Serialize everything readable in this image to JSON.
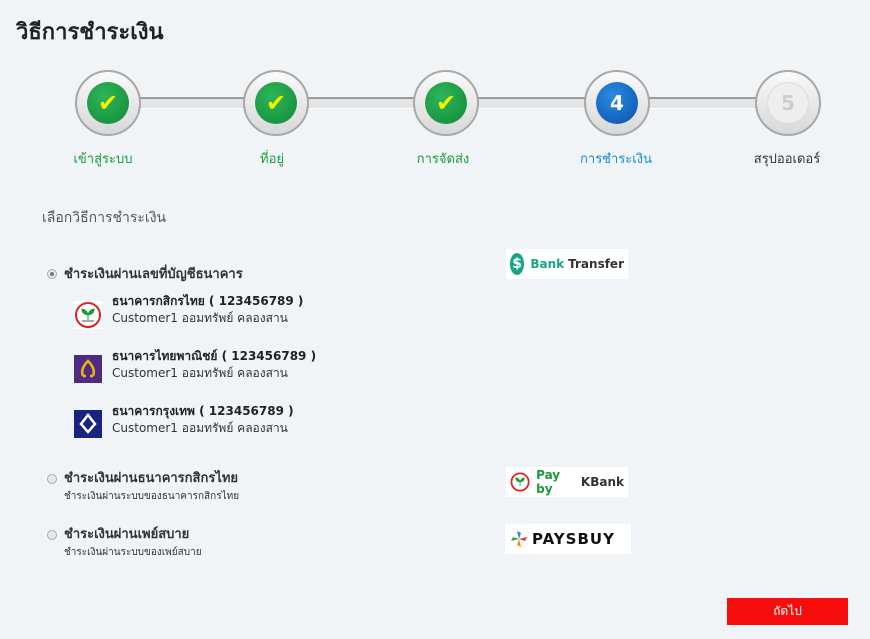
{
  "title": "วิธีการชำระเงิน",
  "steps": [
    {
      "label": "เข้าสู่ระบบ",
      "state": "done",
      "mark": "✔"
    },
    {
      "label": "ที่อยู่",
      "state": "done",
      "mark": "✔"
    },
    {
      "label": "การจัดส่ง",
      "state": "done",
      "mark": "✔"
    },
    {
      "label": "การชำระเงิน",
      "state": "current",
      "mark": "4"
    },
    {
      "label": "สรุปออเดอร์",
      "state": "todo",
      "mark": "5"
    }
  ],
  "section_label": "เลือกวิธีการชำระเงิน",
  "options": [
    {
      "label": "ชำระเงินผ่านเลขที่บัญชีธนาคาร",
      "selected": true,
      "badge": {
        "prefix": "Bank",
        "suffix": "Transfer"
      },
      "banks": [
        {
          "name": "ธนาคารกสิกรไทย ( 123456789 )",
          "account": "Customer1 ออมทรัพย์ คลองสาน"
        },
        {
          "name": "ธนาคารไทยพาณิชย์ ( 123456789 )",
          "account": "Customer1 ออมทรัพย์ คลองสาน"
        },
        {
          "name": "ธนาคารกรุงเทพ ( 123456789 )",
          "account": "Customer1 ออมทรัพย์ คลองสาน"
        }
      ]
    },
    {
      "label": "ชำระเงินผ่านธนาคารกสิกรไทย",
      "sub": "ชำระเงินผ่านระบบของธนาคารกสิกรไทย",
      "selected": false,
      "badge": {
        "prefix": "Pay by",
        "suffix": "KBank"
      }
    },
    {
      "label": "ชำระเงินผ่านเพย์สบาย",
      "sub": "ชำระเงินผ่านระบบของเพย์สบาย",
      "selected": false,
      "badge": {
        "text": "PAYSBUY"
      }
    }
  ],
  "next_label": "ถัดไป"
}
